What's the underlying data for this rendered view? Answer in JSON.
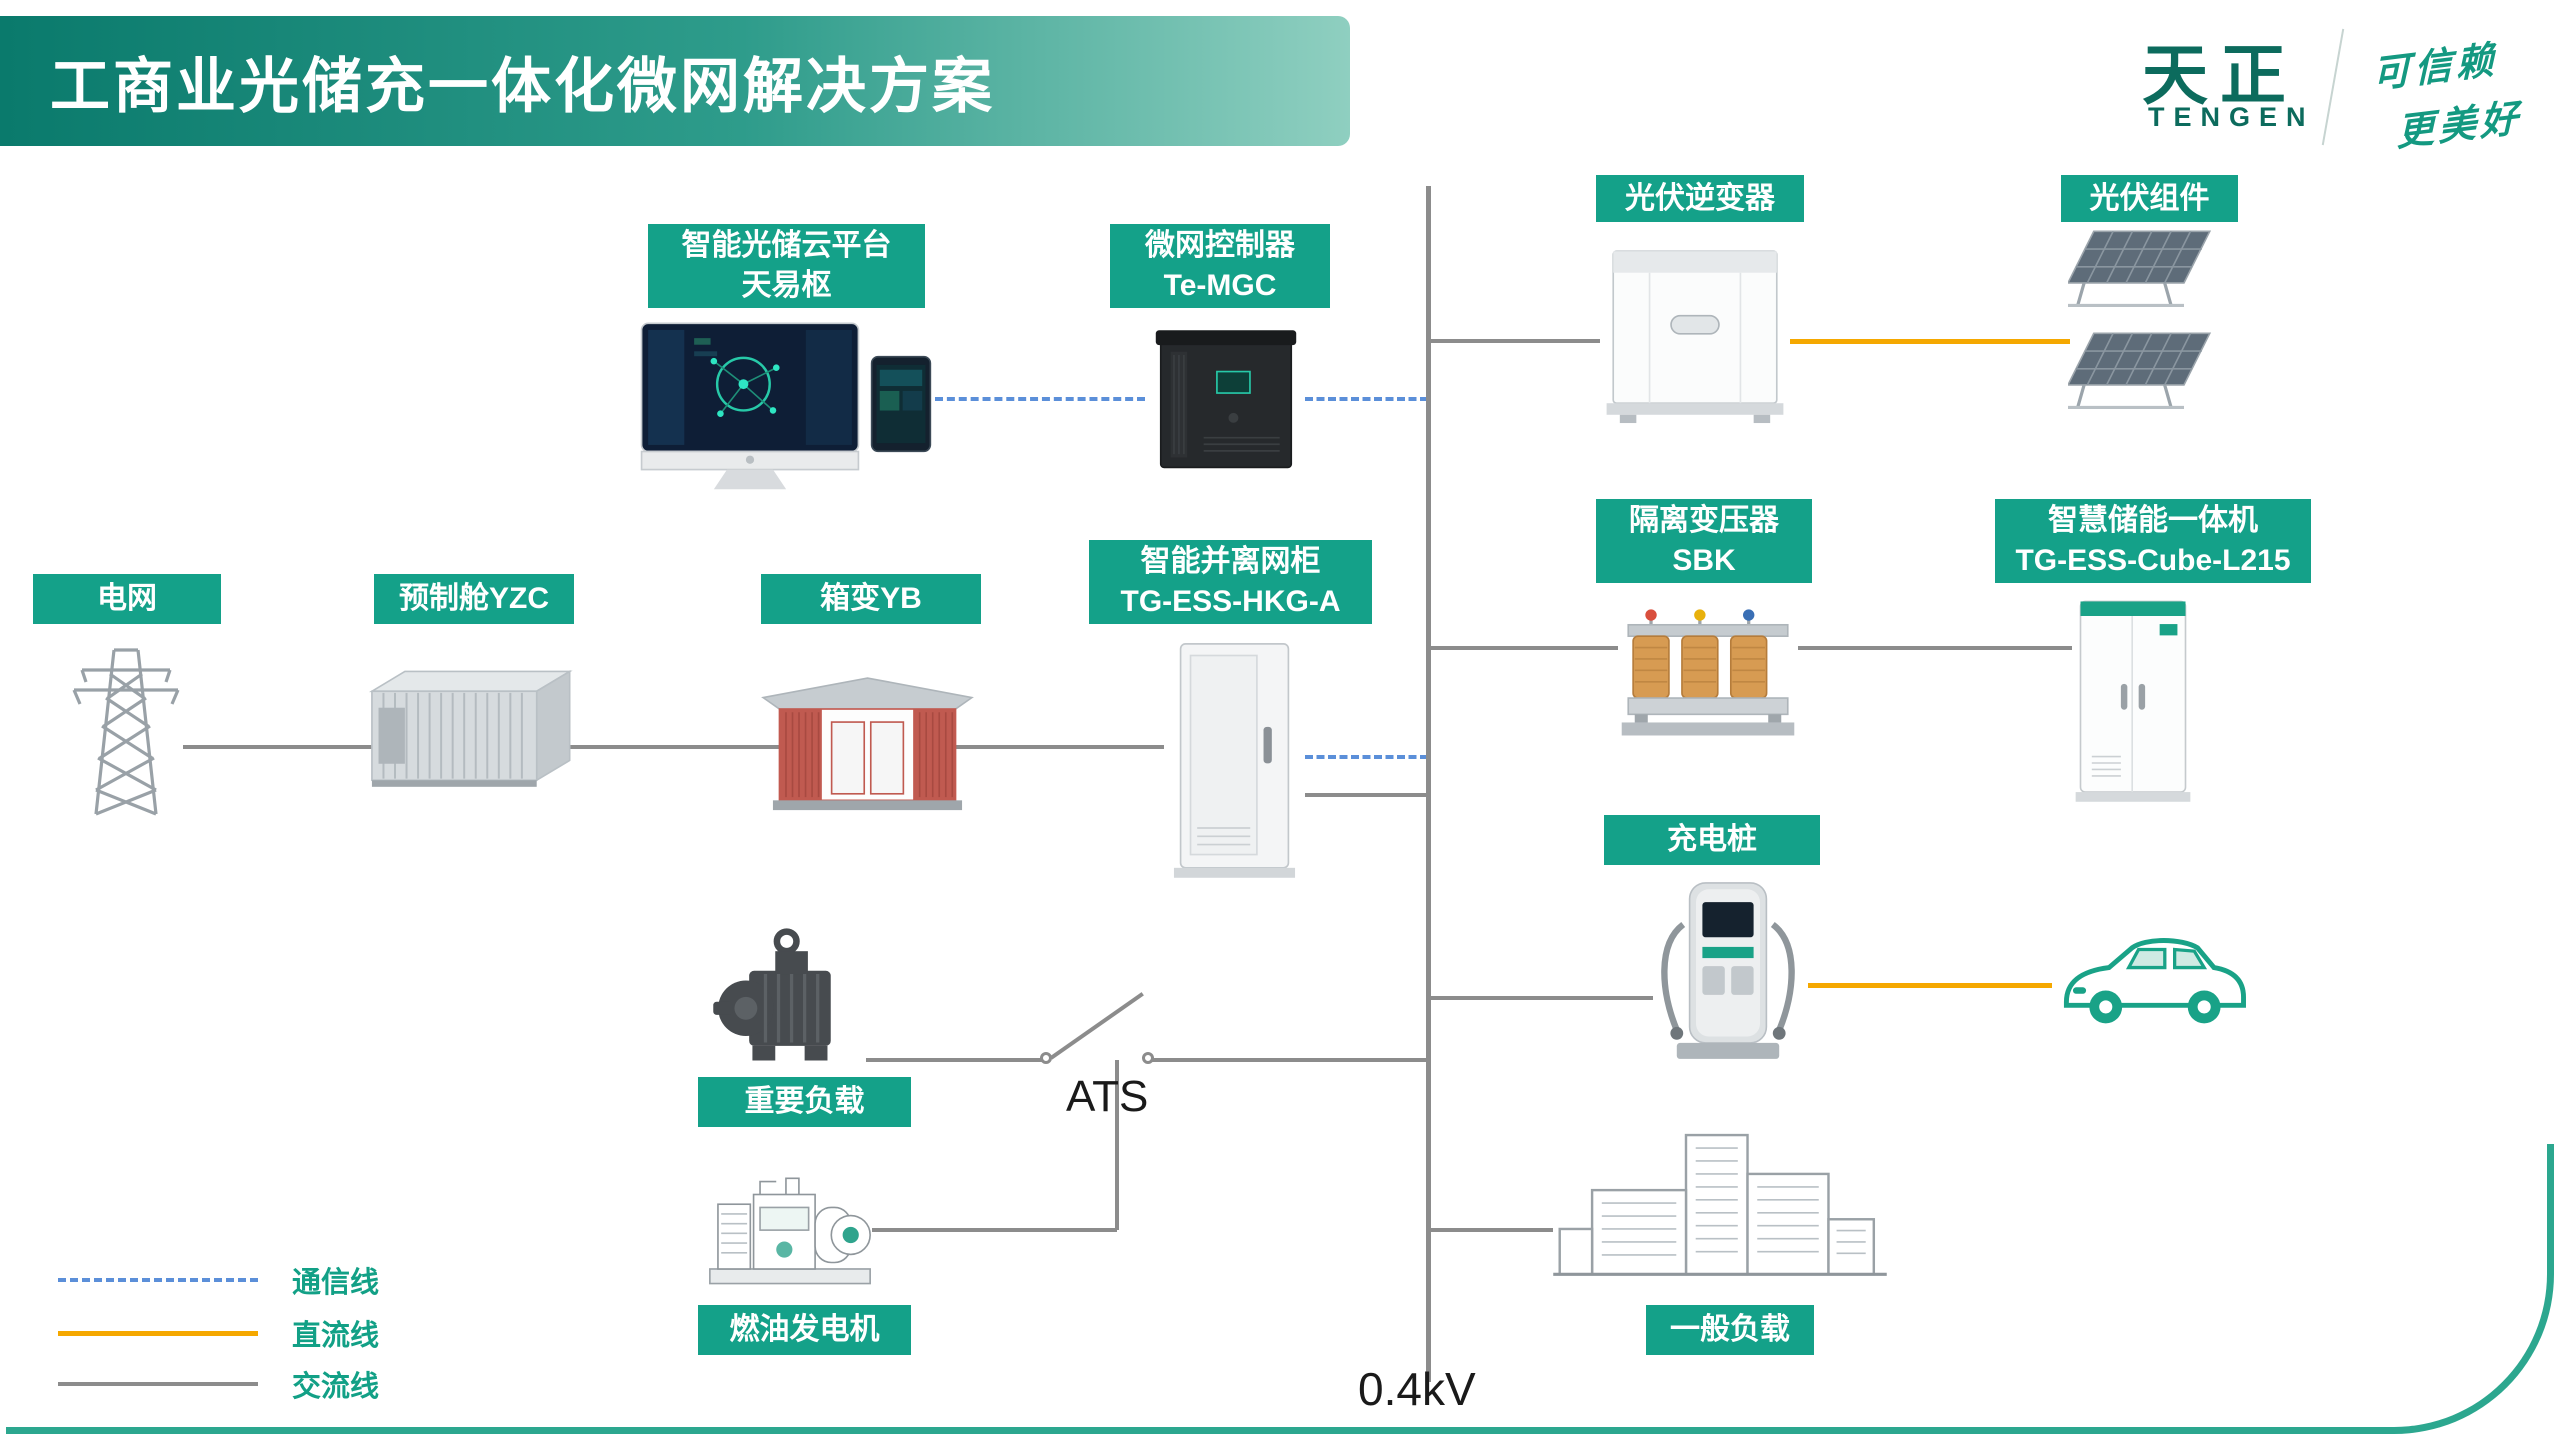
{
  "header": {
    "title": "工商业光储充一体化微网解决方案",
    "brand": {
      "name": "天正",
      "latin": "TENGEN",
      "slogan1": "可信赖",
      "slogan2": "更美好"
    }
  },
  "nodes": {
    "grid": {
      "label": "电网"
    },
    "prefab_cabin": {
      "label": "预制舱YZC"
    },
    "box_transformer": {
      "label": "箱变YB"
    },
    "hybrid_cabinet": {
      "label1": "智能并离网柜",
      "label2": "TG-ESS-HKG-A"
    },
    "cloud_platform": {
      "label1": "智能光储云平台",
      "label2": "天易枢"
    },
    "microgrid_controller": {
      "label1": "微网控制器",
      "label2": "Te-MGC"
    },
    "pv_inverter": {
      "label": "光伏逆变器"
    },
    "pv_modules": {
      "label": "光伏组件"
    },
    "isolation_transformer": {
      "label1": "隔离变压器",
      "label2": "SBK"
    },
    "ess": {
      "label1": "智慧储能一体机",
      "label2": "TG-ESS-Cube-L215"
    },
    "charging_pile": {
      "label": "充电桩"
    },
    "general_load": {
      "label": "一般负载"
    },
    "important_load": {
      "label": "重要负载"
    },
    "diesel_generator": {
      "label": "燃油发电机"
    },
    "ats": {
      "label": "ATS"
    },
    "bus": {
      "voltage": "0.4kV"
    }
  },
  "legend": {
    "items": [
      {
        "label": "通信线",
        "style": "dashed",
        "color": "#5B8FD9"
      },
      {
        "label": "直流线",
        "style": "solid",
        "color": "#F5A800"
      },
      {
        "label": "交流线",
        "style": "solid",
        "color": "#8C8C8C"
      }
    ]
  },
  "icons": {
    "grid": "transmission-tower-icon",
    "prefab_cabin": "container-cabin-icon",
    "box_transformer": "substation-box-icon",
    "hybrid_cabinet": "electrical-cabinet-icon",
    "cloud_platform": "monitor-dashboard-icon",
    "microgrid_controller": "controller-box-icon",
    "pv_inverter": "inverter-box-icon",
    "pv_modules": "solar-panel-icon",
    "isolation_transformer": "transformer-coils-icon",
    "ess": "battery-cabinet-icon",
    "charging_pile": "ev-charger-icon",
    "ev": "car-icon",
    "general_load": "buildings-icon",
    "important_load": "motor-icon",
    "diesel_generator": "generator-icon"
  },
  "colors": {
    "label_background": "#14A189",
    "banner_gradient_start": "#0A7A6C",
    "banner_gradient_end": "#8FCFC0",
    "brand_teal": "#0C6B5D",
    "comm_line": "#5B8FD9",
    "dc_line": "#F5A800",
    "ac_line": "#8C8C8C",
    "frame_teal": "#2CA78F"
  }
}
